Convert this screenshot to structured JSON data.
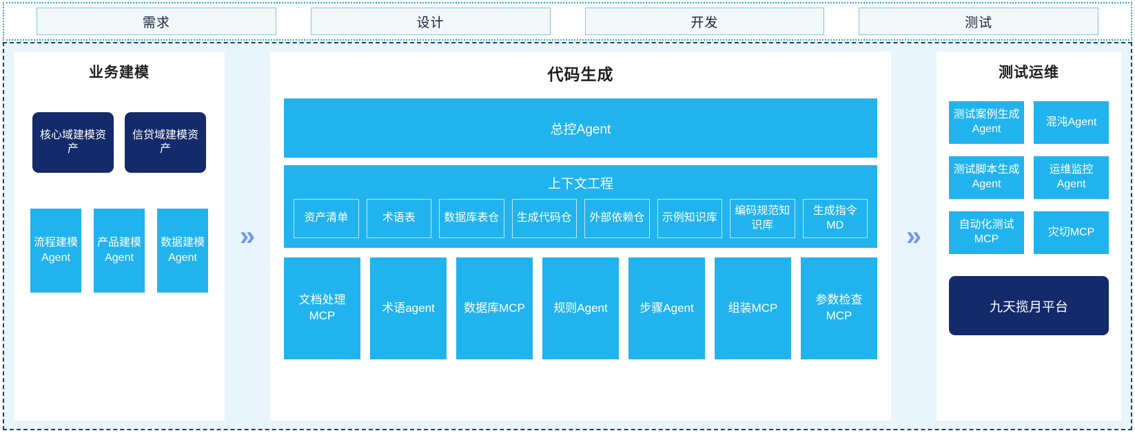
{
  "phases": {
    "items": [
      {
        "label": "需求"
      },
      {
        "label": "设计"
      },
      {
        "label": "开发"
      },
      {
        "label": "测试"
      }
    ]
  },
  "arrows": {
    "glyph": "»"
  },
  "colors": {
    "cyan": "#21b3ed",
    "navy": "#132a6b",
    "panel_bg": "#e9f5fd",
    "phase_fill": "#f2f7fa",
    "phase_border": "#86c2d9",
    "dashed_border": "#1b3d6e",
    "chevron": "#6f9ae8"
  },
  "left_column": {
    "title": "业务建模",
    "assets": [
      {
        "label": "核心域建模资产"
      },
      {
        "label": "信贷域建模资产"
      }
    ],
    "agents": [
      {
        "label": "流程建模Agent"
      },
      {
        "label": "产品建模Agent"
      },
      {
        "label": "数据建模Agent"
      }
    ]
  },
  "center_column": {
    "title": "代码生成",
    "master_agent": "总控Agent",
    "context_engineering": {
      "title": "上下文工程",
      "items": [
        {
          "label": "资产清单"
        },
        {
          "label": "术语表"
        },
        {
          "label": "数据库表仓"
        },
        {
          "label": "生成代码仓"
        },
        {
          "label": "外部依赖仓"
        },
        {
          "label": "示例知识库"
        },
        {
          "label": "编码规范知识库"
        },
        {
          "label": "生成指令MD"
        }
      ]
    },
    "tools": [
      {
        "label": "文档处理MCP"
      },
      {
        "label": "术语agent"
      },
      {
        "label": "数据库MCP"
      },
      {
        "label": "规则Agent"
      },
      {
        "label": "步骤Agent"
      },
      {
        "label": "组装MCP"
      },
      {
        "label": "参数检查MCP"
      }
    ]
  },
  "right_column": {
    "title": "测试运维",
    "items": [
      {
        "label": "测试案例生成Agent"
      },
      {
        "label": "混沌Agent"
      },
      {
        "label": "测试脚本生成Agent"
      },
      {
        "label": "运维监控Agent"
      },
      {
        "label": "自动化测试MCP"
      },
      {
        "label": "灾切MCP"
      }
    ],
    "platform": "九天揽月平台"
  }
}
